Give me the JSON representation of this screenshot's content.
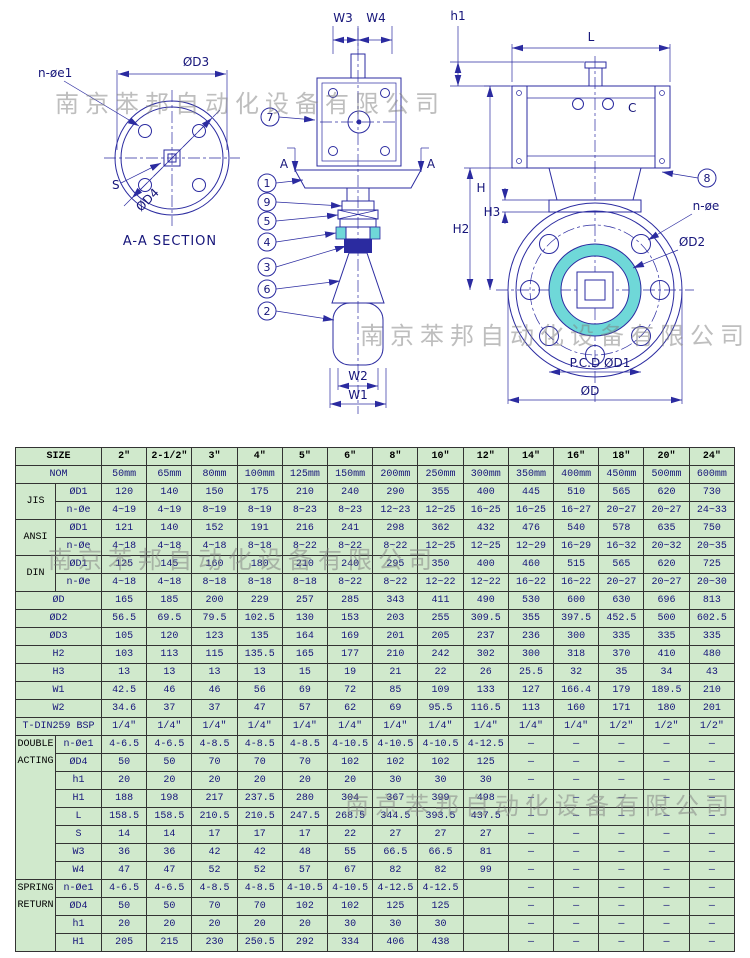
{
  "colors": {
    "line_blue": "#2b2ba0",
    "text_navy": "#16157a",
    "seat_cyan": "#6fd8d8",
    "table_bg": "#d0e9cc"
  },
  "watermark": {
    "text": "南京苯邦自动化设备有限公司"
  },
  "drawing": {
    "aa": {
      "title": "A-A SECTION",
      "n_oe1": "n-øe1",
      "od3": "ØD3",
      "od4": "ØD4",
      "s": "S"
    },
    "front": {
      "w3": "W3",
      "w4": "W4",
      "w2": "W2",
      "w1": "W1",
      "a": "A"
    },
    "side": {
      "h1": "h1",
      "l": "L",
      "c": "C",
      "h": "H",
      "h2": "H2",
      "h3": "H3",
      "n_oe": "n-øe",
      "od2": "ØD2",
      "pcd": "P.C.D ØD1",
      "od": "ØD"
    },
    "balloons": [
      "7",
      "1",
      "9",
      "5",
      "4",
      "3",
      "6",
      "2",
      "8"
    ]
  },
  "table": {
    "size_label": "SIZE",
    "columns": [
      "2″",
      "2-1/2″",
      "3″",
      "4″",
      "5″",
      "6″",
      "8″",
      "10″",
      "12″",
      "14″",
      "16″",
      "18″",
      "20″",
      "24″"
    ],
    "rows": [
      {
        "wide": "NOM",
        "values": [
          "50mm",
          "65mm",
          "80mm",
          "100mm",
          "125mm",
          "150mm",
          "200mm",
          "250mm",
          "300mm",
          "350mm",
          "400mm",
          "450mm",
          "500mm",
          "600mm"
        ]
      },
      {
        "group": "JIS",
        "groupSpan": 2,
        "label": "ØD1",
        "values": [
          "120",
          "140",
          "150",
          "175",
          "210",
          "240",
          "290",
          "355",
          "400",
          "445",
          "510",
          "565",
          "620",
          "730"
        ]
      },
      {
        "label": "n-Øe",
        "values": [
          "4~19",
          "4~19",
          "8~19",
          "8~19",
          "8~23",
          "8~23",
          "12~23",
          "12~25",
          "16~25",
          "16~25",
          "16~27",
          "20~27",
          "20~27",
          "24~33"
        ]
      },
      {
        "group": "ANSI",
        "groupSpan": 2,
        "label": "ØD1",
        "values": [
          "121",
          "140",
          "152",
          "191",
          "216",
          "241",
          "298",
          "362",
          "432",
          "476",
          "540",
          "578",
          "635",
          "750"
        ]
      },
      {
        "label": "n-Øe",
        "values": [
          "4~18",
          "4~18",
          "4~18",
          "8~18",
          "8~22",
          "8~22",
          "8~22",
          "12~25",
          "12~25",
          "12~29",
          "16~29",
          "16~32",
          "20~32",
          "20~35"
        ]
      },
      {
        "group": "DIN",
        "groupSpan": 2,
        "label": "ØD1",
        "values": [
          "125",
          "145",
          "160",
          "180",
          "210",
          "240",
          "295",
          "350",
          "400",
          "460",
          "515",
          "565",
          "620",
          "725"
        ]
      },
      {
        "label": "n-Øe",
        "values": [
          "4~18",
          "4~18",
          "8~18",
          "8~18",
          "8~18",
          "8~22",
          "8~22",
          "12~22",
          "12~22",
          "16~22",
          "16~22",
          "20~27",
          "20~27",
          "20~30"
        ]
      },
      {
        "wide": "ØD",
        "values": [
          "165",
          "185",
          "200",
          "229",
          "257",
          "285",
          "343",
          "411",
          "490",
          "530",
          "600",
          "630",
          "696",
          "813"
        ]
      },
      {
        "wide": "ØD2",
        "values": [
          "56.5",
          "69.5",
          "79.5",
          "102.5",
          "130",
          "153",
          "203",
          "255",
          "309.5",
          "355",
          "397.5",
          "452.5",
          "500",
          "602.5"
        ]
      },
      {
        "wide": "ØD3",
        "values": [
          "105",
          "120",
          "123",
          "135",
          "164",
          "169",
          "201",
          "205",
          "237",
          "236",
          "300",
          "335",
          "335",
          "335"
        ]
      },
      {
        "wide": "H2",
        "values": [
          "103",
          "113",
          "115",
          "135.5",
          "165",
          "177",
          "210",
          "242",
          "302",
          "300",
          "318",
          "370",
          "410",
          "480"
        ]
      },
      {
        "wide": "H3",
        "values": [
          "13",
          "13",
          "13",
          "13",
          "15",
          "19",
          "21",
          "22",
          "26",
          "25.5",
          "32",
          "35",
          "34",
          "43"
        ]
      },
      {
        "wide": "W1",
        "values": [
          "42.5",
          "46",
          "46",
          "56",
          "69",
          "72",
          "85",
          "109",
          "133",
          "127",
          "166.4",
          "179",
          "189.5",
          "210"
        ]
      },
      {
        "wide": "W2",
        "values": [
          "34.6",
          "37",
          "37",
          "47",
          "57",
          "62",
          "69",
          "95.5",
          "116.5",
          "113",
          "160",
          "171",
          "180",
          "201"
        ]
      },
      {
        "wide": "T-DIN259 BSP",
        "values": [
          "1/4″",
          "1/4″",
          "1/4″",
          "1/4″",
          "1/4″",
          "1/4″",
          "1/4″",
          "1/4″",
          "1/4″",
          "1/4″",
          "1/4″",
          "1/2″",
          "1/2″",
          "1/2″"
        ]
      },
      {
        "group": "DOUBLE ACTING",
        "groupSpan": 8,
        "label": "n-Øe1",
        "values": [
          "4-6.5",
          "4-6.5",
          "4-8.5",
          "4-8.5",
          "4-8.5",
          "4-10.5",
          "4-10.5",
          "4-10.5",
          "4-12.5",
          "—",
          "—",
          "—",
          "—",
          "—"
        ]
      },
      {
        "label": "ØD4",
        "values": [
          "50",
          "50",
          "70",
          "70",
          "70",
          "102",
          "102",
          "102",
          "125",
          "—",
          "—",
          "—",
          "—",
          "—"
        ]
      },
      {
        "label": "h1",
        "values": [
          "20",
          "20",
          "20",
          "20",
          "20",
          "20",
          "30",
          "30",
          "30",
          "—",
          "—",
          "—",
          "—",
          "—"
        ]
      },
      {
        "label": "H1",
        "values": [
          "188",
          "198",
          "217",
          "237.5",
          "280",
          "304",
          "367",
          "399",
          "498",
          "—",
          "—",
          "—",
          "—",
          "—"
        ]
      },
      {
        "label": "L",
        "values": [
          "158.5",
          "158.5",
          "210.5",
          "210.5",
          "247.5",
          "268.5",
          "344.5",
          "393.5",
          "437.5",
          "—",
          "—",
          "—",
          "—",
          "—"
        ]
      },
      {
        "label": "S",
        "values": [
          "14",
          "14",
          "17",
          "17",
          "17",
          "22",
          "27",
          "27",
          "27",
          "—",
          "—",
          "—",
          "—",
          "—"
        ]
      },
      {
        "label": "W3",
        "values": [
          "36",
          "36",
          "42",
          "42",
          "48",
          "55",
          "66.5",
          "66.5",
          "81",
          "—",
          "—",
          "—",
          "—",
          "—"
        ]
      },
      {
        "label": "W4",
        "values": [
          "47",
          "47",
          "52",
          "52",
          "57",
          "67",
          "82",
          "82",
          "99",
          "—",
          "—",
          "—",
          "—",
          "—"
        ]
      },
      {
        "group": "SPRING RETURN",
        "groupSpan": 4,
        "label": "n-Øe1",
        "values": [
          "4-6.5",
          "4-6.5",
          "4-8.5",
          "4-8.5",
          "4-10.5",
          "4-10.5",
          "4-12.5",
          "4-12.5",
          "",
          "—",
          "—",
          "—",
          "—",
          "—"
        ]
      },
      {
        "label": "ØD4",
        "values": [
          "50",
          "50",
          "70",
          "70",
          "102",
          "102",
          "125",
          "125",
          "",
          "—",
          "—",
          "—",
          "—",
          "—"
        ]
      },
      {
        "label": "h1",
        "values": [
          "20",
          "20",
          "20",
          "20",
          "20",
          "30",
          "30",
          "30",
          "",
          "—",
          "—",
          "—",
          "—",
          "—"
        ]
      },
      {
        "label": "H1",
        "values": [
          "205",
          "215",
          "230",
          "250.5",
          "292",
          "334",
          "406",
          "438",
          "",
          "—",
          "—",
          "—",
          "—",
          "—"
        ]
      }
    ]
  }
}
